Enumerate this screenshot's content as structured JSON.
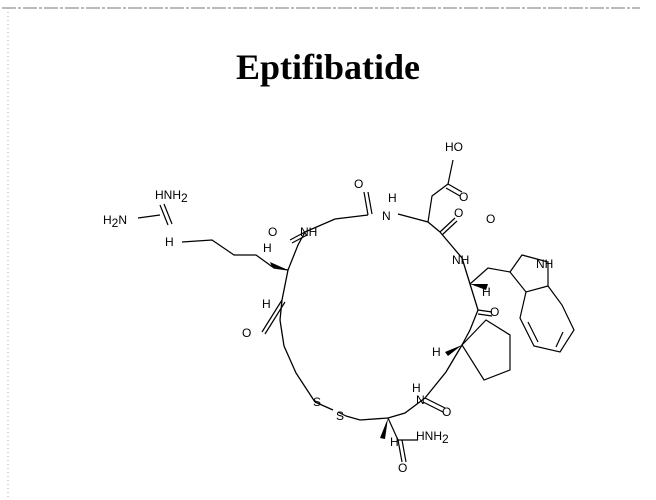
{
  "title": "Eptifibatide",
  "atoms": {
    "ho": "HO",
    "o": "O",
    "h": "H",
    "n": "N",
    "nh": "NH",
    "nh2_a": "NH",
    "nh2_b": "H",
    "s": "S",
    "sub2": "2"
  }
}
